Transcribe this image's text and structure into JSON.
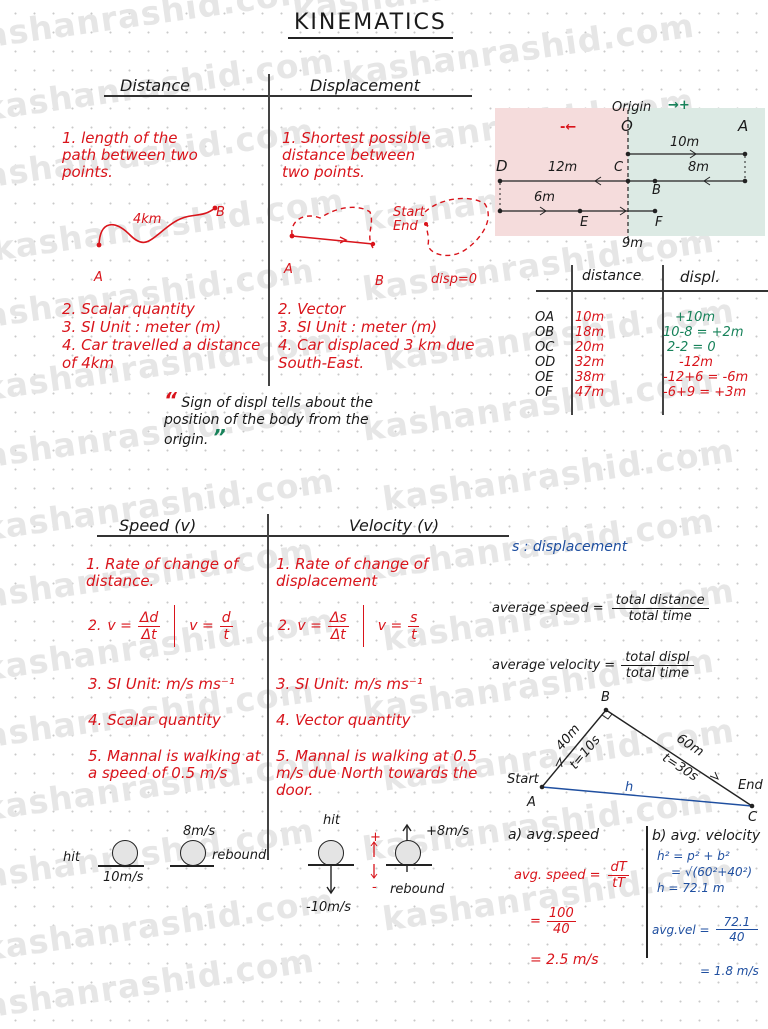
{
  "title": "KINEMATICS",
  "watermark": "kashanrashid.com",
  "distance_vs_displacement": {
    "left_header": "Distance",
    "right_header": "Displacement",
    "left": {
      "point1": "1. length of the path between two points.",
      "diagram": {
        "path_label": "4km",
        "start": "A",
        "end": "B"
      },
      "point2": "2. Scalar quantity",
      "point3": "3. SI Unit : meter (m)",
      "point4": "4. Car travelled a distance of 4km"
    },
    "right": {
      "point1": "1. Shortest possible distance between two points.",
      "diagram": {
        "start": "A",
        "end": "B",
        "loop_label": "Start End",
        "loop_note": "disp=0"
      },
      "point2": "2. Vector",
      "point3": "3. SI Unit : meter (m)",
      "point4": "4. Car displaced 3 km due South-East."
    },
    "quote_open": "“",
    "quote": "Sign of displ tells about the position of the body from the origin.",
    "quote_close": "”"
  },
  "number_line": {
    "origin_label": "Origin",
    "positive_dir": "→+",
    "negative_dir": "-←",
    "points": [
      "O",
      "A",
      "B",
      "C",
      "D",
      "E",
      "F"
    ],
    "segments": [
      "10m",
      "8m",
      "12m",
      "6m",
      "9m"
    ],
    "colors": {
      "negative_region": "#f5dcdc",
      "positive_region": "#dceae4"
    }
  },
  "distance_table": {
    "headers": [
      "",
      "distance",
      "displ."
    ],
    "rows": [
      {
        "label": "OA",
        "distance": "10m",
        "displ": "+10m",
        "displ_color": "green"
      },
      {
        "label": "OB",
        "distance": "18m",
        "displ": "10-8 = +2m",
        "displ_color": "green"
      },
      {
        "label": "OC",
        "distance": "20m",
        "displ": "2-2 = 0",
        "displ_color": "green"
      },
      {
        "label": "OD",
        "distance": "32m",
        "displ": "-12m",
        "displ_color": "red"
      },
      {
        "label": "OE",
        "distance": "38m",
        "displ": "-12+6 = -6m",
        "displ_color": "red"
      },
      {
        "label": "OF",
        "distance": "47m",
        "displ": "-6+9 = +3m",
        "displ_color": "red"
      }
    ]
  },
  "speed_vs_velocity": {
    "left_header": "Speed (v)",
    "right_header": "Velocity (v)",
    "left": {
      "point1": "1. Rate of change of distance.",
      "point2_num": "2.",
      "formula1_lhs": "v =",
      "formula1_num": "Δd",
      "formula1_den": "Δt",
      "formula2_lhs": "v =",
      "formula2_num": "d",
      "formula2_den": "t",
      "point3": "3. SI Unit: m/s  ms⁻¹",
      "point4": "4. Scalar quantity",
      "point5": "5. Mannal is walking at a speed of 0.5 m/s",
      "diagram": {
        "hit": "hit",
        "v_in": "10m/s",
        "v_out": "8m/s",
        "rebound": "rebound"
      }
    },
    "right": {
      "point1": "1. Rate of change of displacement",
      "point2_num": "2.",
      "formula1_lhs": "v =",
      "formula1_num": "Δs",
      "formula1_den": "Δt",
      "formula2_lhs": "v =",
      "formula2_num": "s",
      "formula2_den": "t",
      "point3": "3. SI Unit: m/s  ms⁻¹",
      "point4": "4. Vector quantity",
      "point5": "5. Mannal is walking at 0.5 m/s due North towards the door.",
      "diagram": {
        "hit": "hit",
        "v_in": "-10m/s",
        "v_out": "+8m/s",
        "rebound": "rebound",
        "plus": "+",
        "minus": "-"
      }
    }
  },
  "definitions": {
    "s_def": "s : displacement",
    "avg_speed_lhs": "average speed =",
    "avg_speed_num": "total distance",
    "avg_speed_den": "total time",
    "avg_vel_lhs": "average velocity =",
    "avg_vel_num": "total displ",
    "avg_vel_den": "total time"
  },
  "triangle": {
    "A": "A",
    "B": "B",
    "C": "C",
    "start": "Start",
    "end": "End",
    "ab_len": "40m",
    "ab_time": "t=10s",
    "bc_len": "60m",
    "bc_time": "t=30s",
    "hyp": "h"
  },
  "solution": {
    "a_title": "a) avg.speed",
    "a_line1_lhs": "avg. speed =",
    "a_line1_num": "dT",
    "a_line1_den": "tT",
    "a_line2_eq": "=",
    "a_line2_num": "100",
    "a_line2_den": "40",
    "a_result": "= 2.5 m/s",
    "b_title": "b) avg. velocity",
    "b_line1": "h² = p² + b²",
    "b_line2": "= √(60²+40²)",
    "b_line3": "h = 72.1 m",
    "b_line4_lhs": "avg.vel =",
    "b_line4_num": "72.1",
    "b_line4_den": "40",
    "b_result": "= 1.8 m/s"
  }
}
